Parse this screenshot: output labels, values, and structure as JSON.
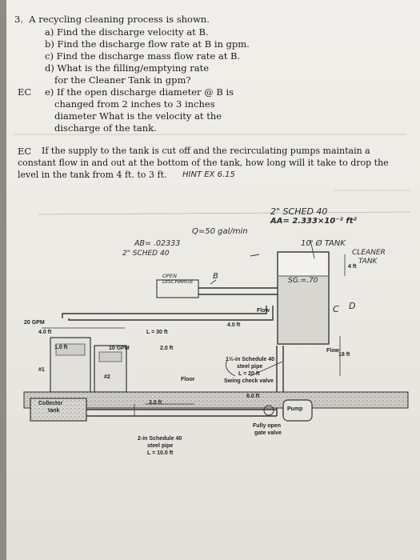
{
  "problem": {
    "number": "3.",
    "intro": "A recycling cleaning process is shown.",
    "parts": [
      {
        "label": "a)",
        "text": "Find the discharge velocity at B."
      },
      {
        "label": "b)",
        "text": "Find the discharge flow rate at B in gpm."
      },
      {
        "label": "c)",
        "text": "Find the discharge mass flow rate at B."
      },
      {
        "label": "d)",
        "text": "What is the filling/emptying rate"
      },
      {
        "label": "",
        "text": "for the Cleaner Tank in gpm?"
      },
      {
        "label": "e)",
        "text": "If the open discharge diameter @ B is"
      },
      {
        "label": "",
        "text": "changed  from  2 inches to 3 inches"
      },
      {
        "label": "",
        "text": "diameter What is the velocity at the"
      },
      {
        "label": "",
        "text": "discharge of the tank."
      }
    ],
    "ec1": "EC",
    "ec2": "EC",
    "extra_line1": "If the supply to the tank is cut off and the recirculating  pumps maintain a",
    "extra_line2": "constant flow in and out at the bottom of the tank,  how long will it take to drop the",
    "extra_line3": "level in the tank from 4 ft. to 3 ft.",
    "hint": "HINT  EX 6.15"
  },
  "handwritten": {
    "sched": "2\" SCHED 40",
    "area": "AA= 2.333×10⁻² ft²",
    "q": "Q=50 gal/min",
    "ab": "AB= .02333",
    "sched_left": "2\" SCHED 40",
    "tank_dia": "10' Ø TANK",
    "cleaner": "CLEANER",
    "tank": "TANK",
    "open_discharge": "OPEN DISCHARGE",
    "b": "B",
    "sg": "SG.=.70",
    "c": "C",
    "d": "D"
  },
  "diagram": {
    "flow_top": "Flow",
    "len_40_top": "4.0 ft",
    "len_4ft": "4 ft",
    "gpm20": "20 GPM",
    "len_40_left": "4.0 ft",
    "l30": "L = 30 ft",
    "len_10": "1.0 ft",
    "gpm10": "10 GPM",
    "len_20": "2.0 ft",
    "pump1": "#1",
    "pump2": "#2",
    "pipe_spec1": "1½-in Schedule 40",
    "pipe_spec2": "steel pipe",
    "pipe_spec3": "L = 20 ft",
    "check_valve": "Swing check valve",
    "floor": "Floor",
    "flow_right": "Flow",
    "len_18": "18 ft",
    "len_60": "6.0 ft",
    "len_30": "3.0 ft",
    "collector": "Collector",
    "collector2": "tank",
    "pump": "Pump",
    "gate1": "Fully open",
    "gate2": "gate valve",
    "bottom1": "2-in Schedule 40",
    "bottom2": "steel pipe",
    "bottom3": "L = 10.0 ft"
  }
}
